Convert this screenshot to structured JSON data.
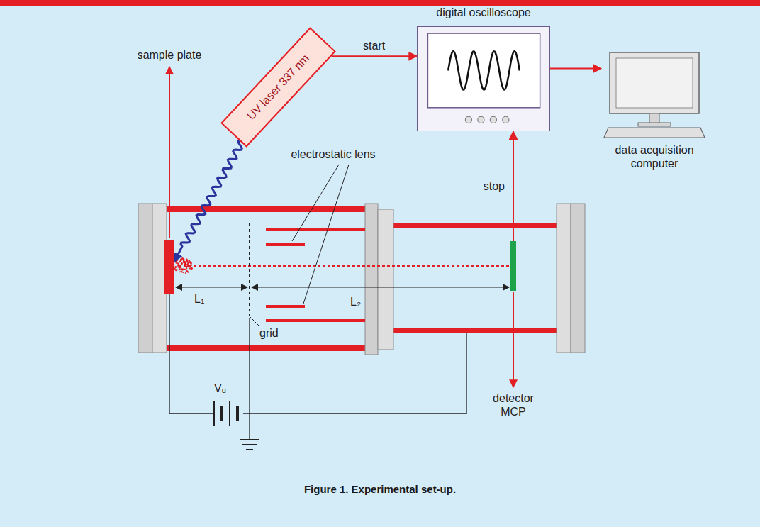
{
  "diagram": {
    "caption": "Figure 1. Experimental set-up.",
    "nodes": [
      {
        "text": [
          "sample plate"
        ]
      },
      {
        "text": [
          "UV laser 337 nm"
        ]
      },
      {
        "text": [
          "digital oscilloscope"
        ]
      },
      {
        "text": [
          "data acquisition computer"
        ]
      },
      {
        "text": [
          "detector MCP"
        ]
      }
    ],
    "edges": [
      {
        "from": 1,
        "to": 0,
        "arrow": "to"
      },
      {
        "from": 1,
        "to": 2,
        "label": "start",
        "arrow": "to"
      },
      {
        "from": 2,
        "to": 3,
        "arrow": "to"
      },
      {
        "from": 4,
        "to": 2,
        "label": "stop",
        "arrow": "to"
      }
    ],
    "labels": [
      "electrostatic lens",
      "L₁",
      "L₂",
      "grid",
      "Vᵤ"
    ]
  }
}
